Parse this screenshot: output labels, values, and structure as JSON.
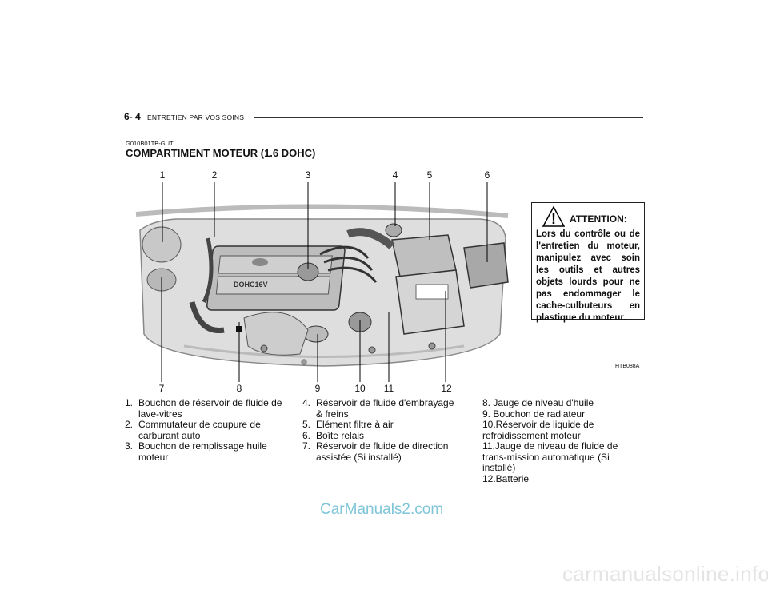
{
  "header": {
    "page_number": "6- 4",
    "section": "ENTRETIEN PAR VOS SOINS"
  },
  "doc_code": "G010B01TB-GUT",
  "title": "COMPARTIMENT MOTEUR (1.6 DOHC)",
  "figure": {
    "top_numbers": [
      "1",
      "2",
      "3",
      "4",
      "5",
      "6"
    ],
    "bottom_numbers": [
      "7",
      "8",
      "9",
      "10",
      "11",
      "12"
    ],
    "cover_text": "DOHC16V",
    "figure_code": "HTB088A"
  },
  "attention": {
    "icon": "warning-exclamation-icon",
    "title": "ATTENTION:",
    "body": "Lors du contrôle ou de l'entretien du moteur, manipulez avec soin les outils et autres objets lourds pour ne pas endommager le cache-culbuteurs en plastique du moteur."
  },
  "legend": {
    "col1": [
      {
        "n": "1.",
        "text": "Bouchon de réservoir de fluide de lave-vitres"
      },
      {
        "n": "2.",
        "text": "Commutateur de coupure de carburant auto"
      },
      {
        "n": "3.",
        "text": "Bouchon de remplissage huile moteur"
      }
    ],
    "col2": [
      {
        "n": "4.",
        "text": "Réservoir de fluide d'embrayage & freins"
      },
      {
        "n": "5.",
        "text": "Elément filtre à air"
      },
      {
        "n": "6.",
        "text": "Boîte relais"
      },
      {
        "n": "7.",
        "text": "Réservoir de fluide de direction assistée (Si installé)"
      }
    ],
    "col3": [
      {
        "text": "8. Jauge de niveau d'huile"
      },
      {
        "text": "9. Bouchon de radiateur"
      },
      {
        "text": "10.Réservoir de liquide de refroidissement moteur"
      },
      {
        "text": "11.Jauge de niveau de fluide de trans-mission automatique (Si installé)"
      },
      {
        "text": "12.Batterie"
      }
    ]
  },
  "watermarks": {
    "site": "CarManuals2.com",
    "footer": "carmanualsonline.info"
  }
}
